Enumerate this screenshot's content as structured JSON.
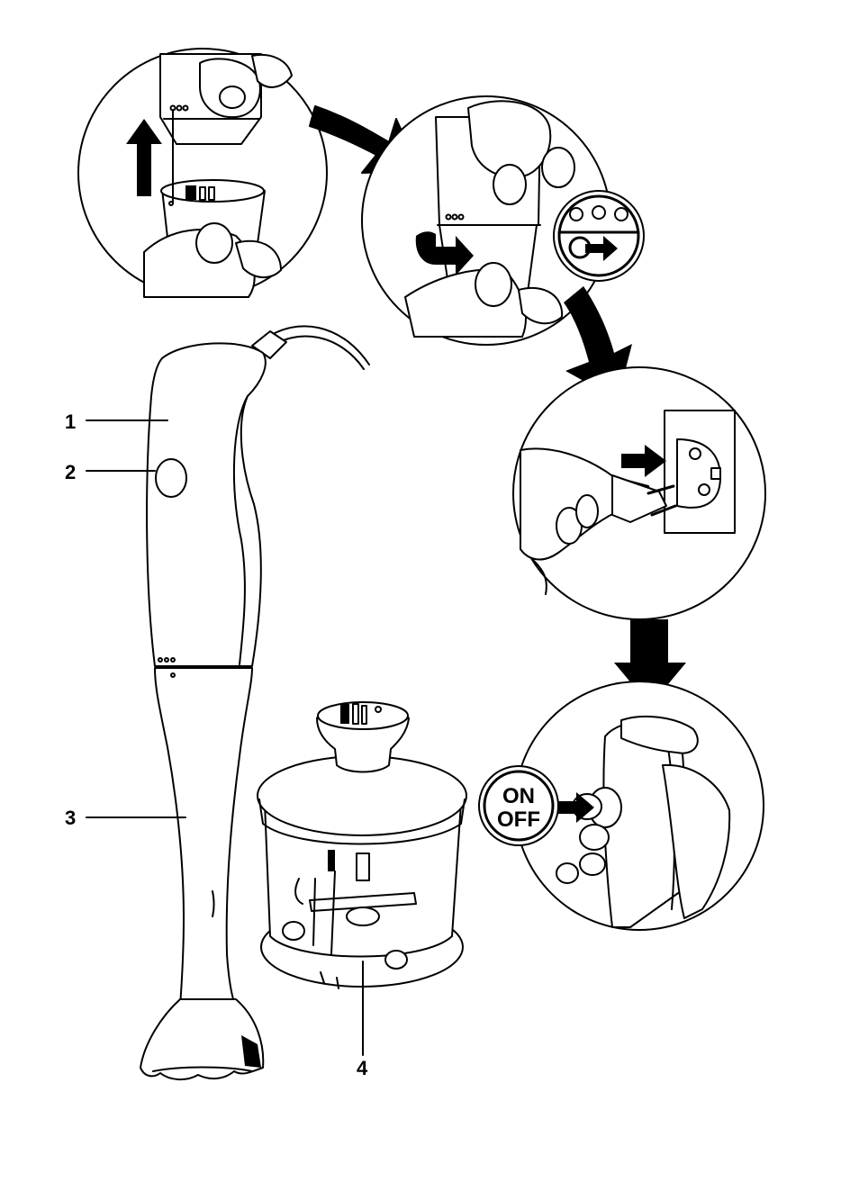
{
  "parts": [
    {
      "number": "1"
    },
    {
      "number": "2"
    },
    {
      "number": "3"
    },
    {
      "number": "4"
    }
  ],
  "badges": {
    "on_off_line1": "ON",
    "on_off_line2": "OFF"
  },
  "icons": [
    "arrow-up-icon",
    "rotate-arrow-icon",
    "unlock-icon",
    "plug-arrow-icon",
    "flow-arrow-icon"
  ]
}
